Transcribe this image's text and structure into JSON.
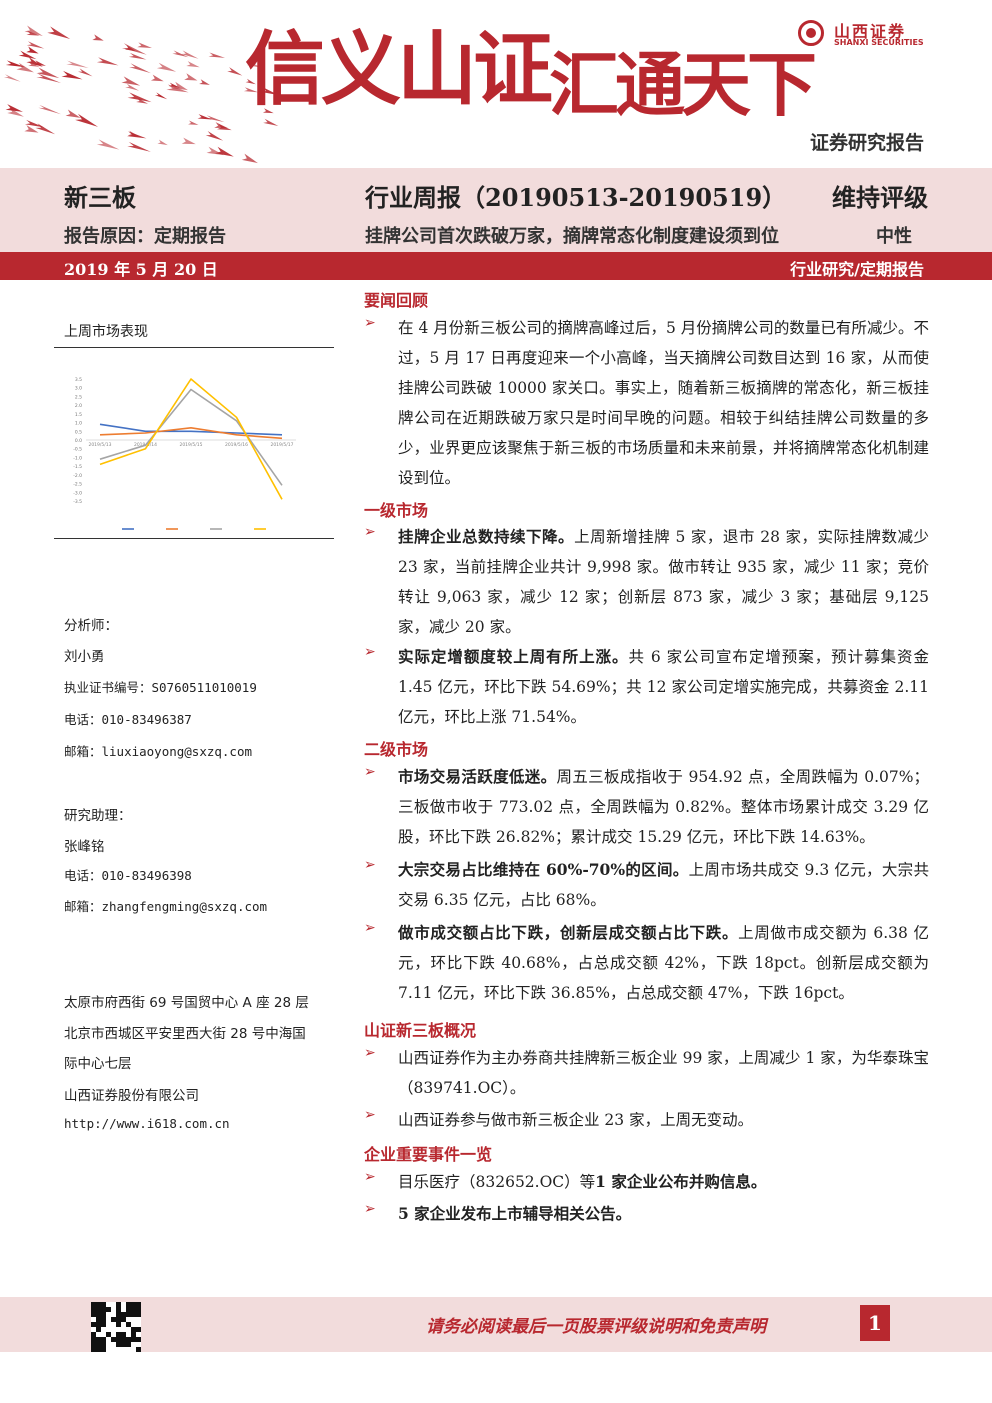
{
  "header": {
    "slogan_part1": "信义山证",
    "slogan_part2": "汇通天下",
    "logo_cn": "山西证券",
    "logo_en": "SHANXI SECURITIES",
    "report_type": "证券研究报告",
    "brand_color": "#b8282f"
  },
  "band": {
    "sector": "新三板",
    "title": "行业周报（20190513-20190519）",
    "rating_label": "维持评级",
    "reason": "报告原因：定期报告",
    "subtitle": "挂牌公司首次跌破万家，摘牌常态化制度建设须到位",
    "rating_value": "中性",
    "date": "2019 年 5 月 20 日",
    "category": "行业研究/定期报告"
  },
  "sidebar": {
    "chart_title": "上周市场表现",
    "analyst_label": "分析师：",
    "analyst_name": "刘小勇",
    "cert_no": "执业证书编号：S0760511010019",
    "analyst_phone": "电话：010-83496387",
    "analyst_email": "邮箱：liuxiaoyong@sxzq.com",
    "assistant_label": "研究助理：",
    "assistant_name": "张峰铭",
    "assistant_phone": "电话：010-83496398",
    "assistant_email": "邮箱：zhangfengming@sxzq.com",
    "address1": "太原市府西街 69 号国贸中心 A 座 28 层",
    "address2_line1": "北京市西城区平安里西大街 28 号中海国",
    "address2_line2": "际中心七层",
    "company": "山西证券股份有限公司",
    "website": "http://www.i618.com.cn"
  },
  "chart_data": {
    "type": "line",
    "title": "上周市场表现",
    "x": [
      "2019/5/13",
      "2019/5/14",
      "2019/5/15",
      "2019/5/16",
      "2019/5/17"
    ],
    "ylim": [
      -3.5,
      3.5
    ],
    "yticks": [
      3.5,
      3.0,
      2.5,
      2.0,
      1.5,
      1.0,
      0.5,
      0,
      -0.5,
      -1.0,
      -1.5,
      -2.0,
      -2.5,
      -3.0,
      -3.5
    ],
    "grid": false,
    "legend_position": "bottom",
    "series": [
      {
        "color": "#4472c4",
        "values": [
          0.9,
          0.5,
          0.5,
          0.4,
          0.3
        ]
      },
      {
        "color": "#ed7d31",
        "values": [
          0.3,
          0.4,
          0.7,
          0.3,
          0.1
        ]
      },
      {
        "color": "#a5a5a5",
        "values": [
          -1.1,
          -0.3,
          2.9,
          1.1,
          -2.6
        ]
      },
      {
        "color": "#ffc000",
        "values": [
          -1.4,
          -0.5,
          3.5,
          1.3,
          -3.4
        ]
      }
    ]
  },
  "sections": [
    {
      "heading": "要闻回顾"
    },
    {
      "heading": "一级市场"
    },
    {
      "heading": "二级市场"
    },
    {
      "heading": "山证新三板概况"
    },
    {
      "heading": "企业重要事件一览"
    }
  ],
  "bullets": {
    "news1": "在 4 月份新三板公司的摘牌高峰过后，5 月份摘牌公司的数量已有所减少。不过，5 月 17 日再度迎来一个小高峰，当天摘牌公司数目达到 16 家，从而使挂牌公司跌破 10000 家关口。事实上，随着新三板摘牌的常态化，新三板挂牌公司在近期跌破万家只是时间早晚的问题。相较于纠结挂牌公司数量的多少，业界更应该聚焦于新三板的市场质量和未来前景，并将摘牌常态化机制建设到位。",
    "p1_bold": "挂牌企业总数持续下降。",
    "p1_text": "上周新增挂牌 5 家，退市 28 家，实际挂牌数减少 23 家，当前挂牌企业共计 9,998 家。做市转让 935 家，减少 11 家；竞价转让 9,063 家，减少 12 家；创新层 873 家，减少 3 家；基础层 9,125 家，减少 20 家。",
    "p2_bold": "实际定增额度较上周有所上涨。",
    "p2_text": "共 6 家公司宣布定增预案，预计募集资金 1.45 亿元，环比下跌 54.69%；共 12 家公司定增实施完成，共募资金 2.11 亿元，环比上涨 71.54%。",
    "s1_bold": "市场交易活跃度低迷。",
    "s1_text": "周五三板成指收于 954.92 点，全周跌幅为 0.07%；三板做市收于 773.02 点，全周跌幅为 0.82%。整体市场累计成交 3.29 亿股，环比下跌 26.82%；累计成交 15.29 亿元，环比下跌 14.63%。",
    "s2_bold": "大宗交易占比维持在 60%-70%的区间。",
    "s2_text": "上周市场共成交 9.3 亿元，大宗共交易 6.35 亿元，占比 68%。",
    "s3_bold": "做市成交额占比下跌，创新层成交额占比下跌。",
    "s3_text": "上周做市成交额为 6.38 亿元，环比下跌 40.68%，占总成交额 42%，下跌 18pct。创新层成交额为 7.11 亿元，环比下跌 36.85%，占总成交额 47%，下跌 16pct。",
    "sx1": "山西证券作为主办券商共挂牌新三板企业 99 家，上周减少 1 家，为华泰珠宝（839741.OC）。",
    "sx2": "山西证券参与做市新三板企业 23 家，上周无变动。",
    "ev1_text": "目乐医疗（832652.OC）等",
    "ev1_bold": "1 家企业公布并购信息。",
    "ev2_bold": "5 家企业发布上市辅导相关公告。"
  },
  "footer": {
    "disclaimer": "请务必阅读最后一页股票评级说明和免责声明",
    "page_number": "1"
  }
}
